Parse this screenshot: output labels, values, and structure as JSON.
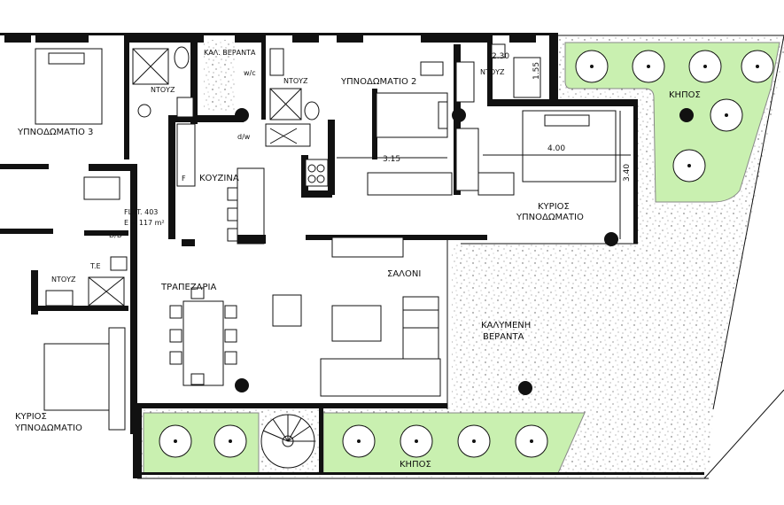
{
  "colors": {
    "garden": "#c9f0b0",
    "wall": "#111111",
    "gravel_dot": "#555555"
  },
  "rooms": {
    "bedroom3": "ΥΠΝΟΔΩΜΑΤΙΟ 3",
    "bathroom_top_left": "ΝΤΟΥΖ",
    "cover_veranda_top": "ΚΑΛ. ΒΕΡΑΝΤΑ",
    "wc_label": "w/c",
    "bathroom_top_mid": "ΝΤΟΥΖ",
    "bedroom2": "ΥΠΝΟΔΩΜΑΤΙΟ 2",
    "bathroom_master": "ΝΤΟΥΖ",
    "garden_top": "ΚΗΠΟΣ",
    "kitchen": "ΚΟΥΖΙΝΑ",
    "fridge": "F",
    "dw": "d/w",
    "dinner": "ΤΡΑΠΕΖΑΡΙΑ",
    "living": "ΣΑΛΟΝΙ",
    "master_right_1": "ΚΥΡΙΟΣ",
    "master_right_2": "ΥΠΝΟΔΩΜΑΤΙΟ",
    "covered_veranda_1": "ΚΑΛΥΜΕΝΗ",
    "covered_veranda_2": "ΒΕΡΑΝΤΑ",
    "garden_bottom": "ΚΗΠΟΣ",
    "bathroom_left": "ΝΤΟΥΖ",
    "te": "T.E",
    "db": "D/B",
    "master_left_1": "ΚΥΡΙΟΣ",
    "master_left_2": "ΥΠΝΟΔΩΜΑΤΙΟ",
    "flat_1": "FLAT. 403",
    "flat_2": "E = 117 m²"
  },
  "dimensions": {
    "bedroom2_width": "3.15",
    "bath_w": "2.30",
    "bath_h": "1.55",
    "master_w": "4.00",
    "master_h": "3.40"
  }
}
